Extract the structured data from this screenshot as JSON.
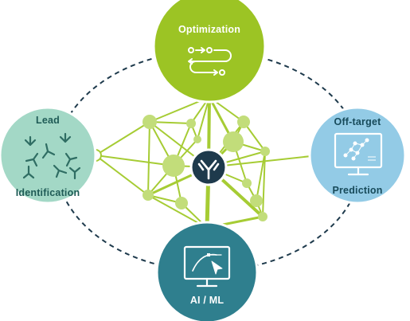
{
  "nodes": {
    "optimization": {
      "label": "Optimization",
      "color": "#9cc424",
      "icon": "process-flow-icon"
    },
    "lead": {
      "label_top": "Lead",
      "label_bottom": "Identification",
      "color": "#a3d8c6",
      "icon": "antibodies-icon"
    },
    "offtarget": {
      "label_top": "Off-target",
      "label_bottom": "Prediction",
      "color": "#93cbe6",
      "icon": "network-monitor-icon"
    },
    "aiml": {
      "label": "AI / ML",
      "color": "#2f7f8e",
      "icon": "vector-monitor-icon"
    }
  },
  "center": {
    "icon": "antibody-icon",
    "color": "#1e3a4c"
  },
  "colors": {
    "network": "#a6cc34",
    "orbit": "#1e3a4c"
  }
}
